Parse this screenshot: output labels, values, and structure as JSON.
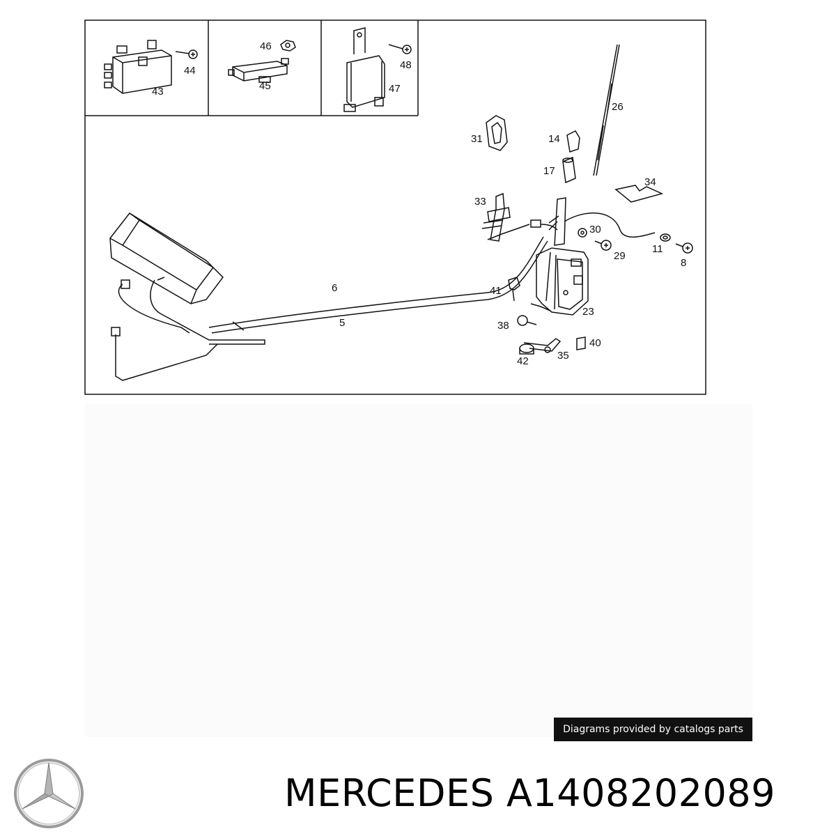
{
  "diagram": {
    "labels": [
      {
        "id": "43",
        "text": "43"
      },
      {
        "id": "44",
        "text": "44"
      },
      {
        "id": "45",
        "text": "45"
      },
      {
        "id": "46",
        "text": "46"
      },
      {
        "id": "47",
        "text": "47"
      },
      {
        "id": "48",
        "text": "48"
      },
      {
        "id": "26",
        "text": "26"
      },
      {
        "id": "31",
        "text": "31"
      },
      {
        "id": "14",
        "text": "14"
      },
      {
        "id": "17",
        "text": "17"
      },
      {
        "id": "34",
        "text": "34"
      },
      {
        "id": "33",
        "text": "33"
      },
      {
        "id": "30",
        "text": "30"
      },
      {
        "id": "29",
        "text": "29"
      },
      {
        "id": "11",
        "text": "11"
      },
      {
        "id": "8",
        "text": "8"
      },
      {
        "id": "6",
        "text": "6"
      },
      {
        "id": "5",
        "text": "5"
      },
      {
        "id": "41",
        "text": "41"
      },
      {
        "id": "23",
        "text": "23"
      },
      {
        "id": "38",
        "text": "38"
      },
      {
        "id": "40",
        "text": "40"
      },
      {
        "id": "42",
        "text": "42"
      },
      {
        "id": "35",
        "text": "35"
      }
    ]
  },
  "credit": "Diagrams provided by catalogs parts",
  "brand": {
    "title": "MERCEDES A1408202089",
    "logo_icon": "mercedes-star-icon"
  }
}
